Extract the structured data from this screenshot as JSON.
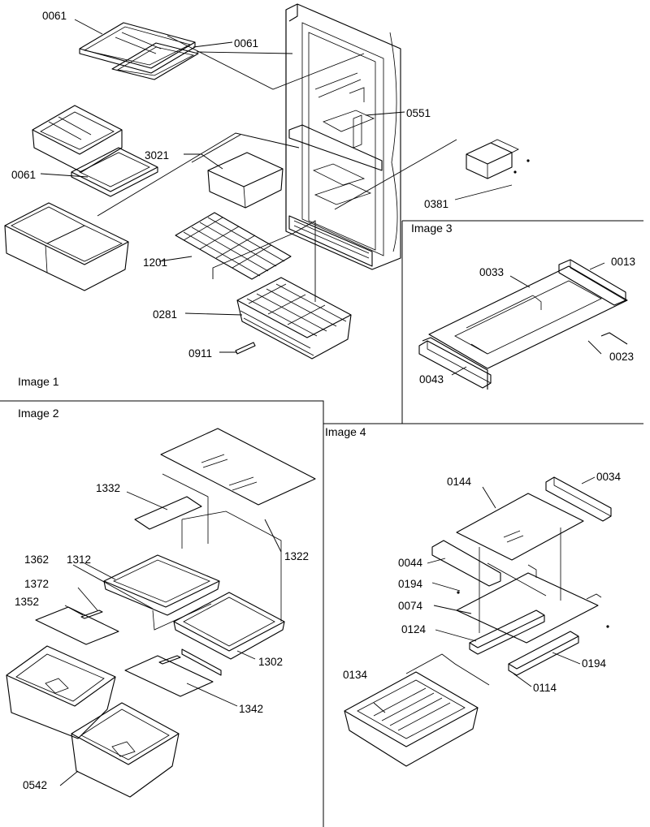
{
  "panels": {
    "image1": "Image 1",
    "image2": "Image 2",
    "image3": "Image 3",
    "image4": "Image 4"
  },
  "labels": {
    "p0061a": "0061",
    "p0061b": "0061",
    "p0061c": "0061",
    "p0551": "0551",
    "p3021": "3021",
    "p0381": "0381",
    "p1201": "1201",
    "p0281": "0281",
    "p0911": "0911",
    "p0033": "0033",
    "p0013": "0013",
    "p0023": "0023",
    "p0043": "0043",
    "p1332": "1332",
    "p1322": "1322",
    "p1362": "1362",
    "p1312": "1312",
    "p1372": "1372",
    "p1352": "1352",
    "p1302": "1302",
    "p1342": "1342",
    "p0542": "0542",
    "p0144": "0144",
    "p0034": "0034",
    "p0044": "0044",
    "p0194a": "0194",
    "p0074": "0074",
    "p0124": "0124",
    "p0194b": "0194",
    "p0134": "0134",
    "p0114": "0114"
  }
}
